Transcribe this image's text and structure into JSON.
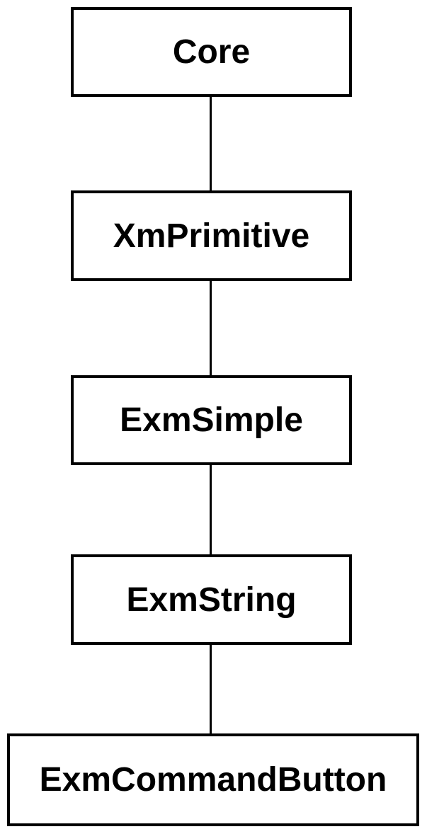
{
  "diagram": {
    "type": "class-inheritance-hierarchy",
    "nodes": [
      {
        "label": "Core"
      },
      {
        "label": "XmPrimitive"
      },
      {
        "label": "ExmSimple"
      },
      {
        "label": "ExmString"
      },
      {
        "label": "ExmCommandButton"
      }
    ],
    "edges": [
      {
        "from": "Core",
        "to": "XmPrimitive"
      },
      {
        "from": "XmPrimitive",
        "to": "ExmSimple"
      },
      {
        "from": "ExmSimple",
        "to": "ExmString"
      },
      {
        "from": "ExmString",
        "to": "ExmCommandButton"
      }
    ],
    "colors": {
      "border": "#000000",
      "text": "#000000",
      "background": "#ffffff"
    }
  }
}
